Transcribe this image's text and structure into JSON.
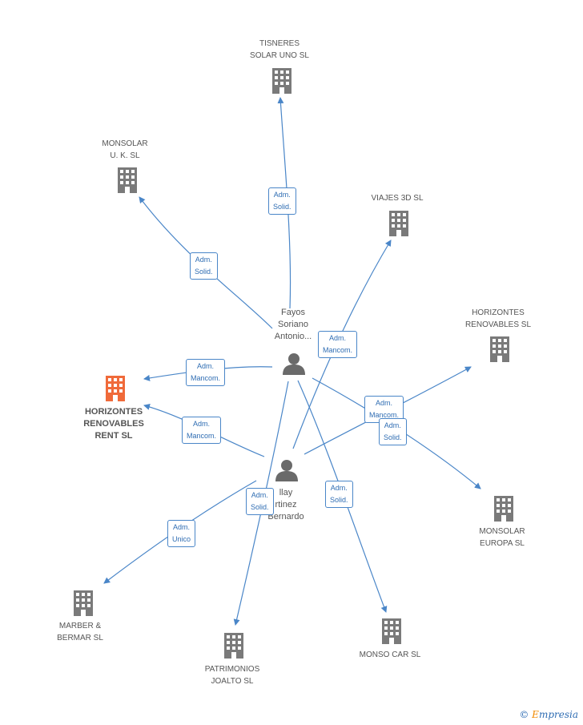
{
  "focus_company": {
    "line1": "HORIZONTES",
    "line2": "RENOVABLES",
    "line3": "RENT SL"
  },
  "companies": {
    "tisneres": {
      "line1": "TISNERES",
      "line2": "SOLAR UNO SL"
    },
    "monsolar_uk": {
      "line1": "MONSOLAR",
      "line2": "U. K.  SL"
    },
    "viajes": {
      "line1": "VIAJES 3D SL"
    },
    "horizontes_sl": {
      "line1": "HORIZONTES",
      "line2": "RENOVABLES SL"
    },
    "monsolar_eu": {
      "line1": "MONSOLAR",
      "line2": "EUROPA  SL"
    },
    "monso_car": {
      "line1": "MONSO CAR  SL"
    },
    "patrimonios": {
      "line1": "PATRIMONIOS",
      "line2": "JOALTO SL"
    },
    "marber": {
      "line1": "MARBER &",
      "line2": "BERMAR SL"
    }
  },
  "persons": {
    "fayos": {
      "line1": "Fayos",
      "line2": "Soriano",
      "line3": "Antonio..."
    },
    "bernardo": {
      "line1": "llay",
      "line2": "rtinez",
      "line3": "Bernardo"
    }
  },
  "edges": {
    "e1": {
      "l1": "Adm.",
      "l2": "Solid."
    },
    "e2": {
      "l1": "Adm.",
      "l2": "Solid."
    },
    "e3": {
      "l1": "Adm.",
      "l2": "Mancom."
    },
    "e4": {
      "l1": "Adm.",
      "l2": "Mancom."
    },
    "e5": {
      "l1": "Adm.",
      "l2": "Mancom."
    },
    "e6": {
      "l1": "Adm.",
      "l2": "Mancom."
    },
    "e7": {
      "l1": "Adm.",
      "l2": "Solid."
    },
    "e8": {
      "l1": "Adm.",
      "l2": "Solid."
    },
    "e9": {
      "l1": "Adm.",
      "l2": "Solid."
    },
    "e10": {
      "l1": "Adm.",
      "l2": "Unico"
    }
  },
  "colors": {
    "edge": "#4a86c8",
    "building": "#7a7a7a",
    "focus_building": "#f06a3a",
    "person": "#6a6a6a"
  },
  "copyright": {
    "symbol": "©",
    "brand_first": "E",
    "brand_rest": "mpresia"
  }
}
